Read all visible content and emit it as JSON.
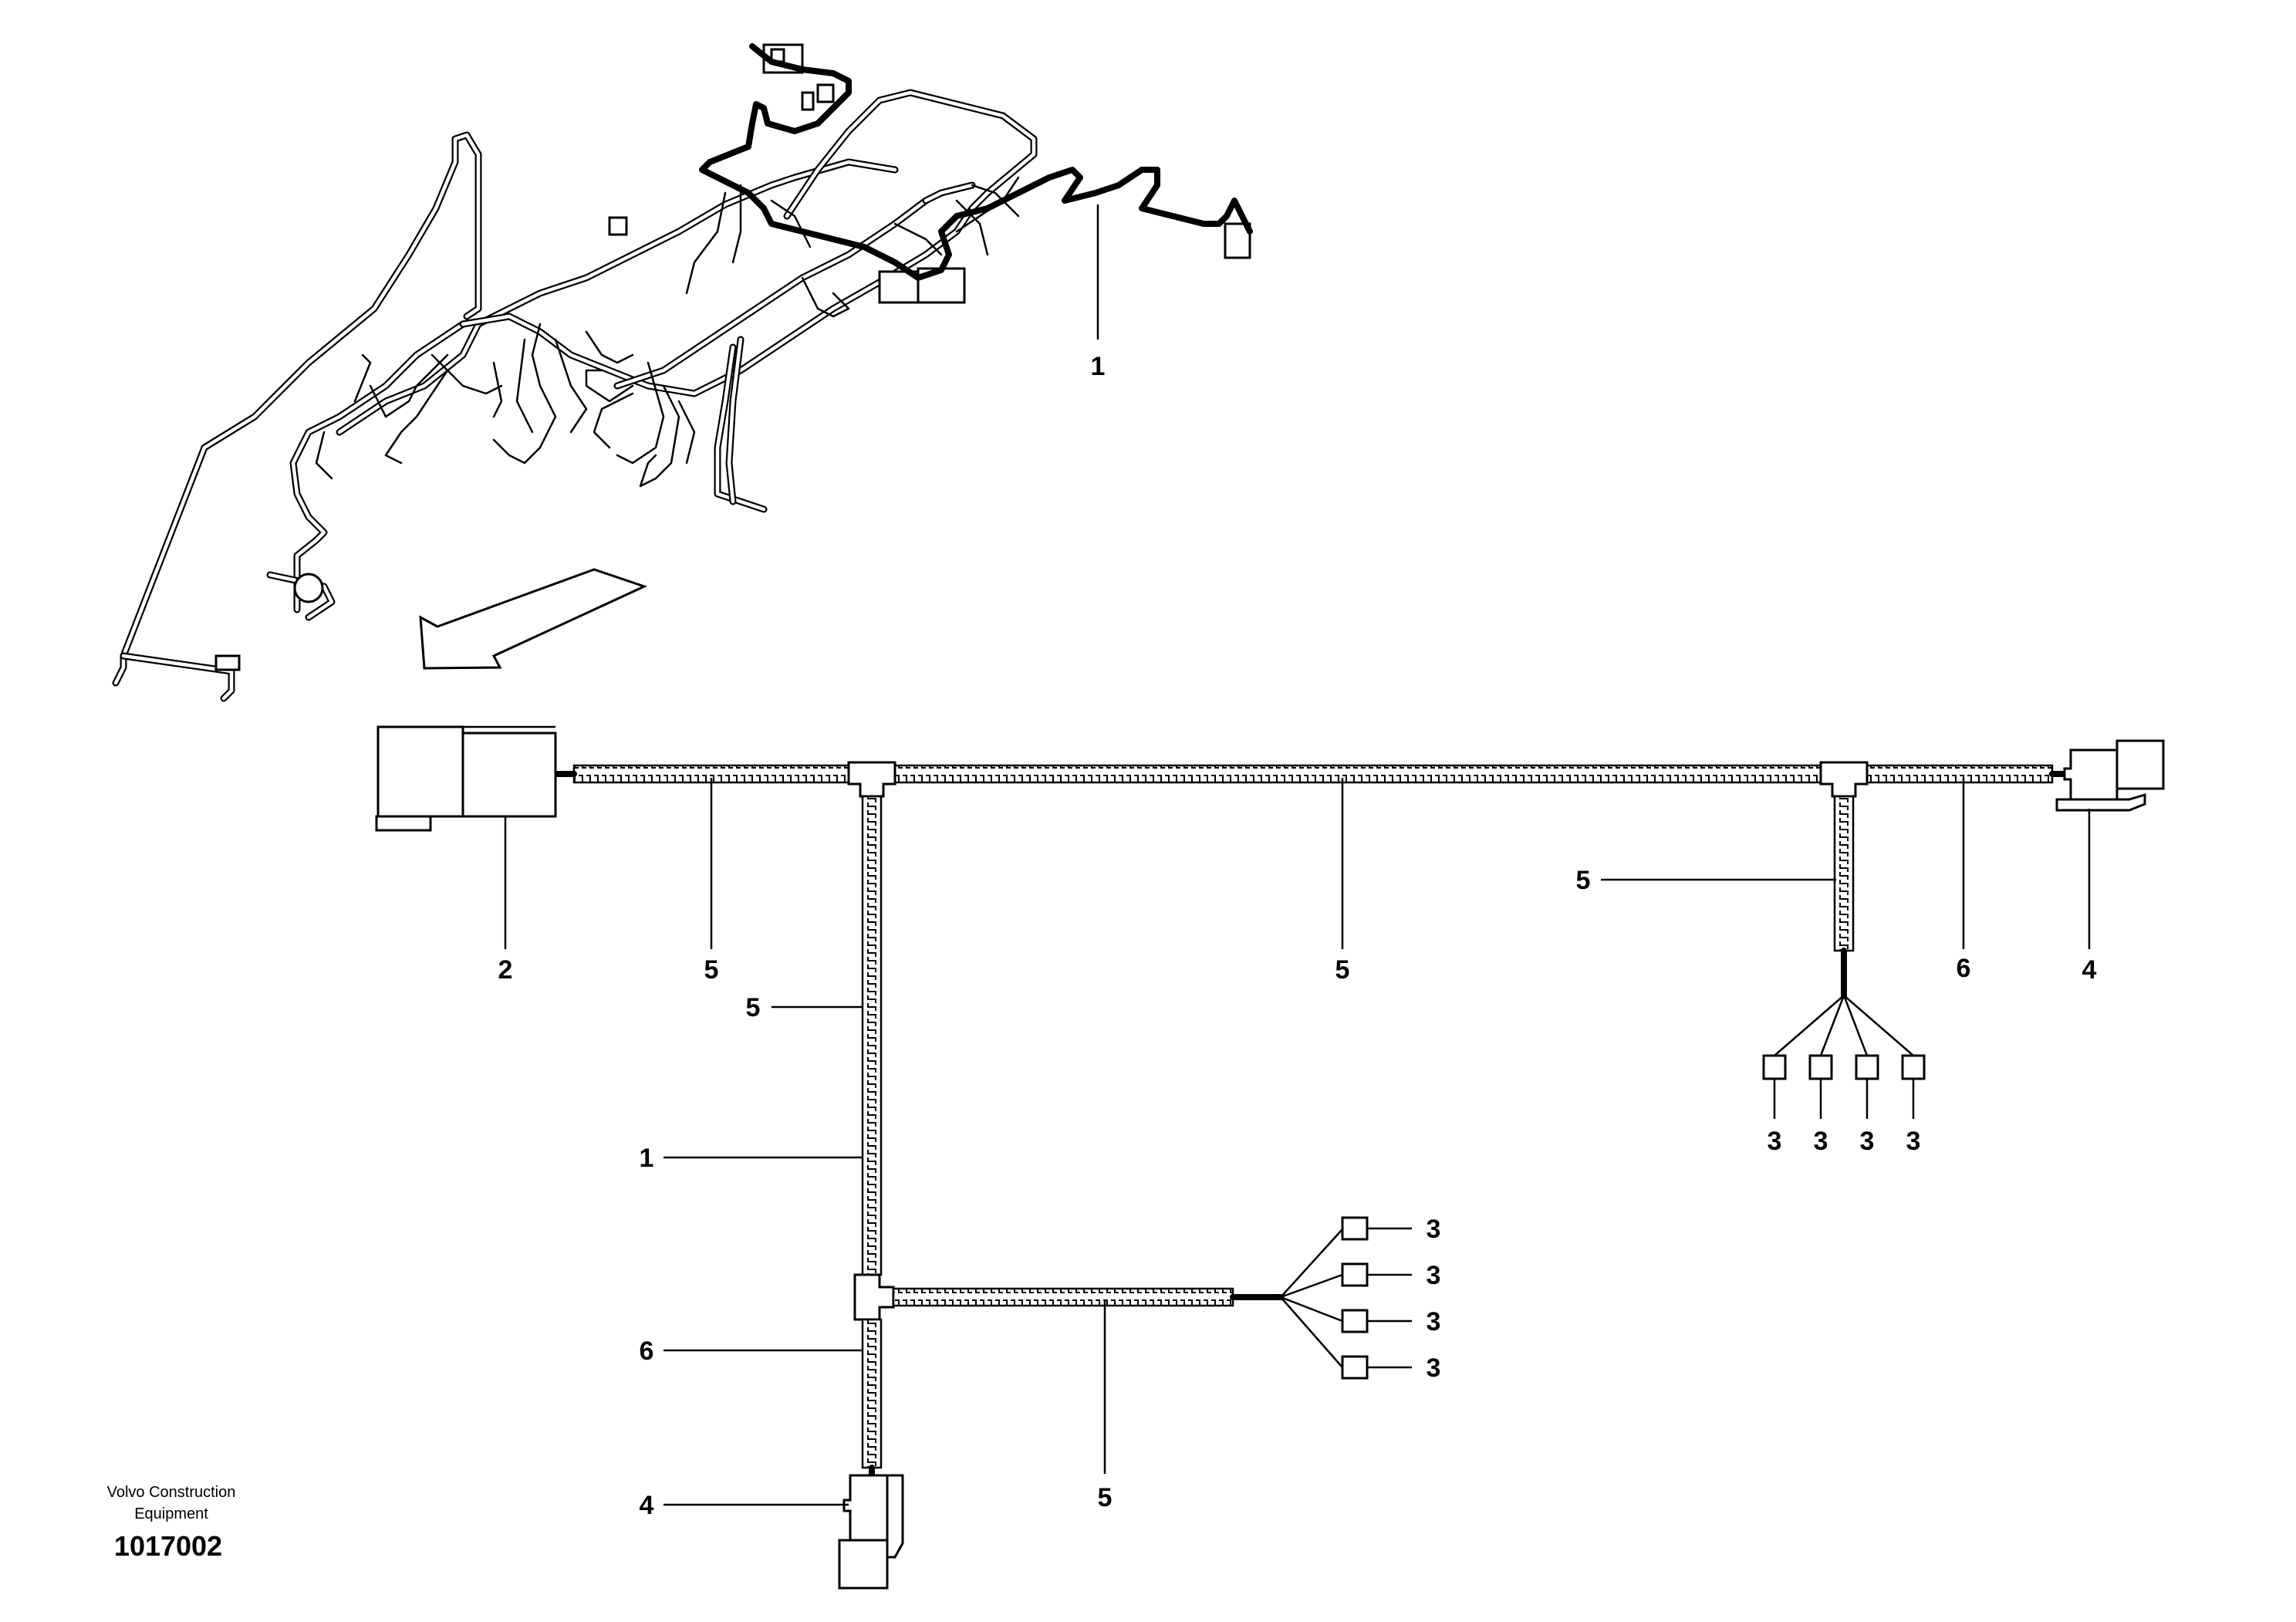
{
  "brand": {
    "line1": "Volvo Construction",
    "line2": "Equipment",
    "drawing_number": "1017002"
  },
  "callouts": {
    "top_harness": "1",
    "main_connector": "2",
    "tube_left": "5",
    "tube_center": "5",
    "tube_branch_right": "5",
    "tube_right_end": "6",
    "connector_right": "4",
    "tube_vertical": "5",
    "vertical_harness": "1",
    "tube_lower_vertical": "6",
    "connector_bottom": "4",
    "tube_lower_branch": "5",
    "term_right_1": "3",
    "term_right_2": "3",
    "term_right_3": "3",
    "term_right_4": "3",
    "term_lower_1": "3",
    "term_lower_2": "3",
    "term_lower_3": "3",
    "term_lower_4": "3"
  }
}
